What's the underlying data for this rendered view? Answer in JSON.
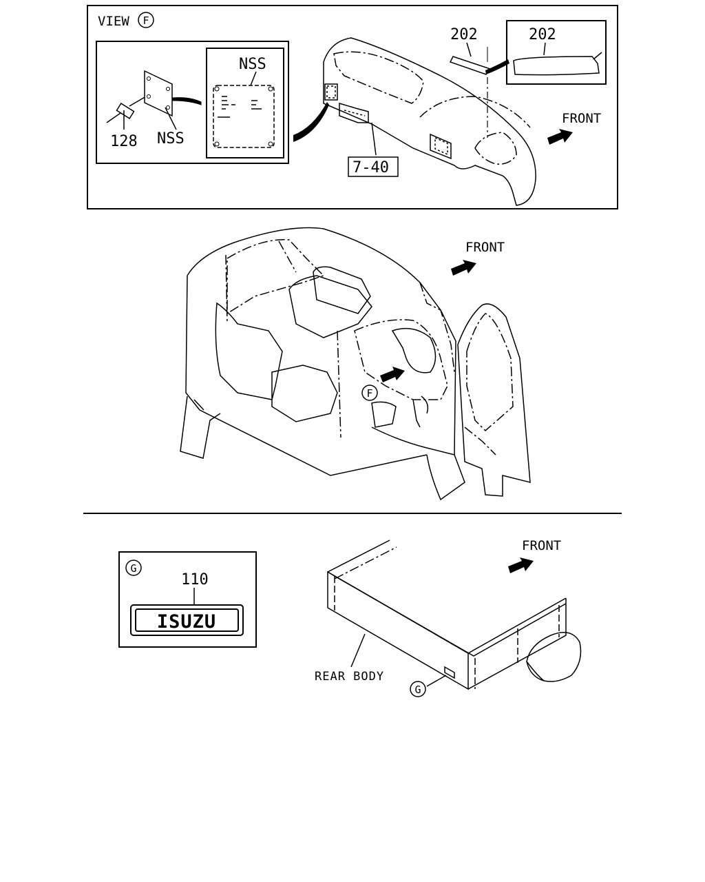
{
  "view_f": {
    "view_label": "VIEW",
    "view_circle": "F",
    "nss_top": "NSS",
    "nss_plate": "NSS",
    "part_128": "128",
    "part_202_top": "202",
    "part_202_inset": "202",
    "ref_7_40": "7-40",
    "front": "FRONT"
  },
  "cab": {
    "front": "FRONT",
    "circle_f": "F"
  },
  "rear": {
    "circle_g_detail": "G",
    "part_110": "110",
    "emblem_text": "ISUZU",
    "front": "FRONT",
    "rear_body": "REAR BODY",
    "circle_g_callout": "G"
  },
  "colors": {
    "ink": "#000000",
    "paper": "#ffffff"
  }
}
